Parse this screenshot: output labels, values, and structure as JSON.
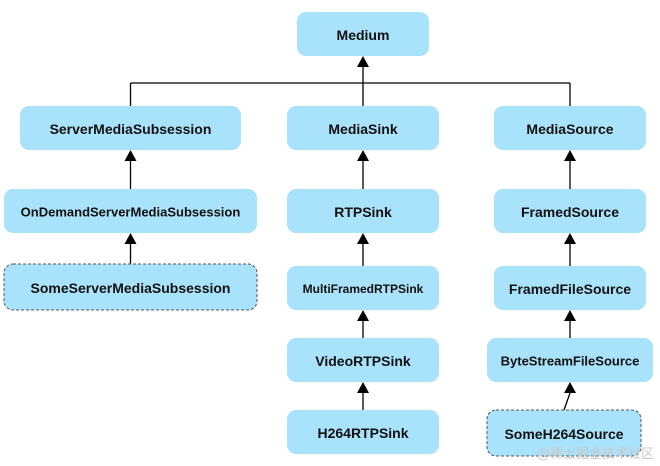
{
  "nodes": {
    "medium": {
      "label": "Medium"
    },
    "server_media_subsession": {
      "label": "ServerMediaSubsession"
    },
    "on_demand_server_media_subsession": {
      "label": "OnDemandServerMediaSubsession"
    },
    "some_server_media_subsession": {
      "label": "SomeServerMediaSubsession"
    },
    "media_sink": {
      "label": "MediaSink"
    },
    "rtp_sink": {
      "label": "RTPSink"
    },
    "multi_framed_rtp_sink": {
      "label": "MultiFramedRTPSink"
    },
    "video_rtp_sink": {
      "label": "VideoRTPSink"
    },
    "h264_rtp_sink": {
      "label": "H264RTPSink"
    },
    "media_source": {
      "label": "MediaSource"
    },
    "framed_source": {
      "label": "FramedSource"
    },
    "framed_file_source": {
      "label": "FramedFileSource"
    },
    "byte_stream_file_source": {
      "label": "ByteStreamFileSource"
    },
    "some_h264_source": {
      "label": "SomeH264Source"
    }
  },
  "edges": [
    {
      "from": "server_media_subsession",
      "to": "medium"
    },
    {
      "from": "media_sink",
      "to": "medium"
    },
    {
      "from": "media_source",
      "to": "medium"
    },
    {
      "from": "on_demand_server_media_subsession",
      "to": "server_media_subsession"
    },
    {
      "from": "some_server_media_subsession",
      "to": "on_demand_server_media_subsession"
    },
    {
      "from": "rtp_sink",
      "to": "media_sink"
    },
    {
      "from": "multi_framed_rtp_sink",
      "to": "rtp_sink"
    },
    {
      "from": "video_rtp_sink",
      "to": "multi_framed_rtp_sink"
    },
    {
      "from": "h264_rtp_sink",
      "to": "video_rtp_sink"
    },
    {
      "from": "framed_source",
      "to": "media_source"
    },
    {
      "from": "framed_file_source",
      "to": "framed_source"
    },
    {
      "from": "byte_stream_file_source",
      "to": "framed_file_source"
    },
    {
      "from": "some_h264_source",
      "to": "byte_stream_file_source"
    }
  ],
  "colors": {
    "node_fill": "#a9e2fb",
    "edge": "#000000"
  },
  "watermark": "@稀土掘金技术社区"
}
